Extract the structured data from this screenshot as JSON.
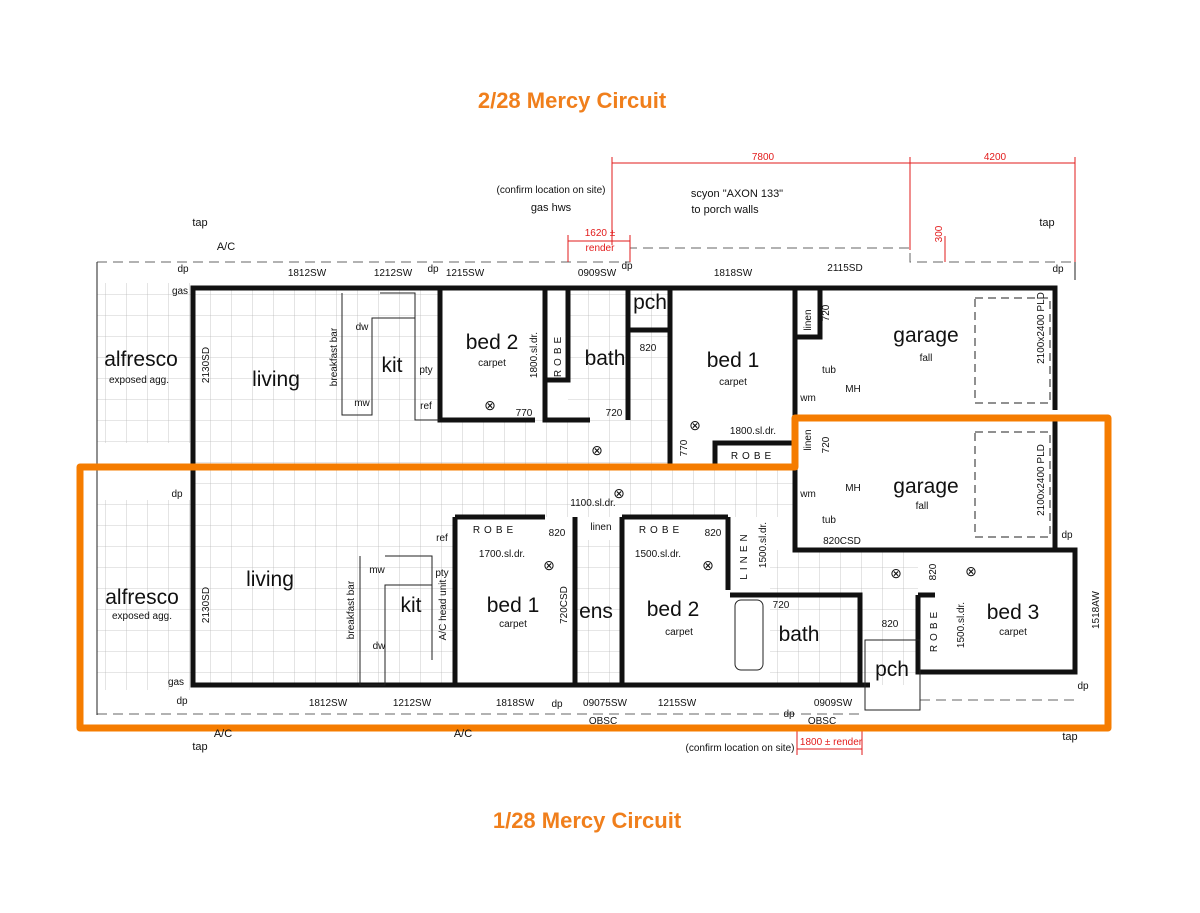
{
  "titles": {
    "top": "2/28 Mercy Circuit",
    "bottom": "1/28 Mercy Circuit"
  },
  "colors": {
    "highlight": "#f57c00",
    "dimension": "#e21b1b",
    "wall": "#111111"
  },
  "unit2": {
    "tap_left": "tap",
    "ac": "A/C",
    "dp1": "dp",
    "gas": "gas",
    "w1": "1812SW",
    "w2": "1212SW",
    "dp2": "dp",
    "w3": "1215SW",
    "hws_note": "(confirm location on site)",
    "hws": "gas hws",
    "render_dim": "1620 ±",
    "render_word": "render",
    "w4": "0909SW",
    "dp3": "dp",
    "scyon1": "scyon \"AXON 133\"",
    "scyon2": "to porch walls",
    "dim1": "7800",
    "dim2": "4200",
    "dim3": "300",
    "tap_right": "tap",
    "dp4": "dp",
    "w5": "1818SW",
    "w6": "2115SD",
    "alfresco": "alfresco",
    "alfresco_sub": "exposed agg.",
    "sd": "2130SD",
    "living": "living",
    "breakfast": "breakfast bar",
    "dw": "dw",
    "mw": "mw",
    "kit": "kit",
    "pty": "pty",
    "ref": "ref",
    "bed2": "bed 2",
    "bed2_sub": "carpet",
    "bed2_door": "1800.sl.dr.",
    "robe1": "ROBE",
    "bath": "bath",
    "d770": "770",
    "d720": "720",
    "pch": "pch",
    "d820": "820",
    "bed1": "bed 1",
    "bed1_sub": "carpet",
    "bed1_door": "1800.sl.dr.",
    "robe2": "ROBE",
    "d770b": "770",
    "linen": "linen",
    "d720b": "720",
    "tub": "tub",
    "wm": "wm",
    "mh": "MH",
    "garage": "garage",
    "fall": "fall",
    "pld": "2100x2400 PLD"
  },
  "unit1": {
    "linen": "linen",
    "d720": "720",
    "wm": "wm",
    "mh": "MH",
    "garage": "garage",
    "fall": "fall",
    "pld": "2100x2400 PLD",
    "tub": "tub",
    "csd": "820CSD",
    "dp1": "dp",
    "hall_door": "1100.sl.dr.",
    "dp2": "dp",
    "alfresco": "alfresco",
    "alfresco_sub": "exposed agg.",
    "sd": "2130SD",
    "living": "living",
    "breakfast": "breakfast bar",
    "mw": "mw",
    "dw": "dw",
    "kit": "kit",
    "ref": "ref",
    "pty": "pty",
    "ac_head": "A/C head unit",
    "robe1": "ROBE",
    "d820a": "820",
    "bed1_door": "1700.sl.dr.",
    "bed1": "bed 1",
    "bed1_sub": "carpet",
    "ens_door": "720CSD",
    "linen2": "linen",
    "ens": "ens",
    "robe2": "ROBE",
    "d820b": "820",
    "bed2_door": "1500.sl.dr.",
    "bed2": "bed 2",
    "bed2_sub": "carpet",
    "linen3": "LINEN",
    "linen3_door": "1500.sl.dr.",
    "d720b": "720",
    "bath": "bath",
    "d820c": "820",
    "pch": "pch",
    "d820d": "820",
    "robe3": "ROBE",
    "bed3_door": "1500.sl.dr.",
    "bed3": "bed 3",
    "bed3_sub": "carpet",
    "aw": "1518AW",
    "dp3": "dp",
    "gas": "gas",
    "dp4": "dp",
    "w1": "1812SW",
    "w2": "1212SW",
    "w3": "1818SW",
    "dp5": "dp",
    "w4": "09075SW",
    "w5": "1215SW",
    "w6": "0909SW",
    "dp6": "dp",
    "obsc1": "OBSC",
    "obsc2": "OBSC",
    "ac1": "A/C",
    "ac2": "A/C",
    "tap1": "tap",
    "tap2": "tap",
    "hws_note": "(confirm location on site)",
    "render_dim": "1800 ± render"
  }
}
